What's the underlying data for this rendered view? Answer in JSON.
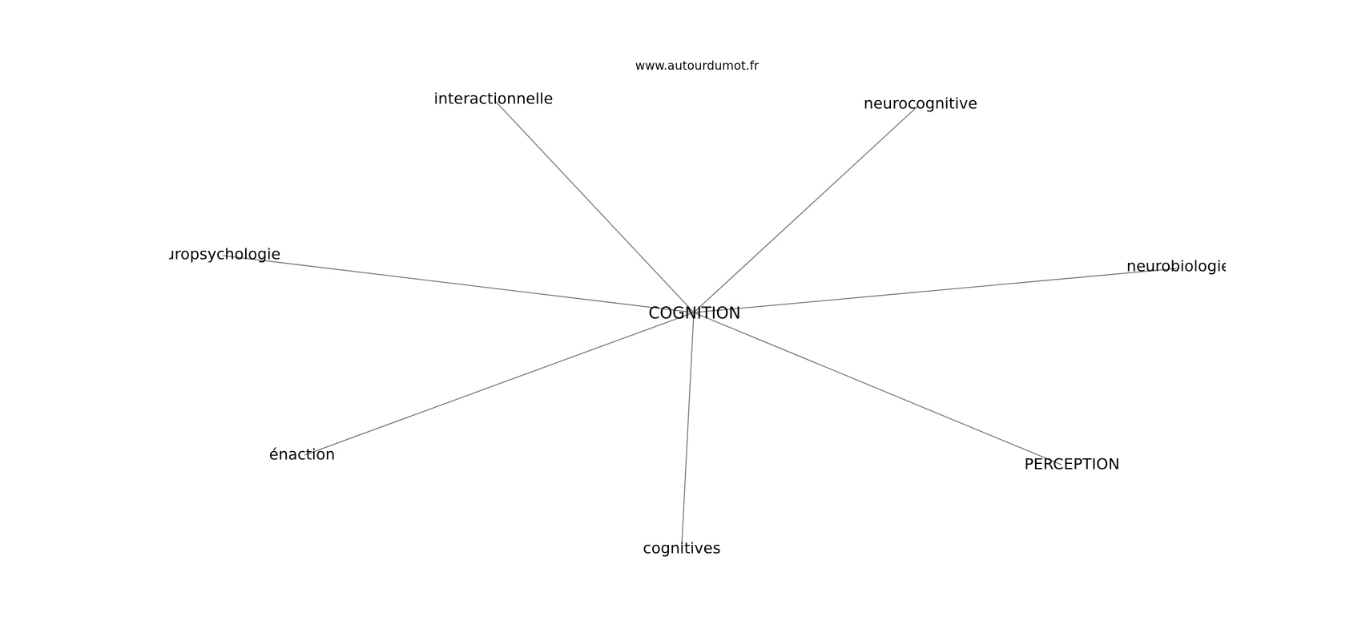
{
  "source": "www.autourdumot.fr",
  "center": {
    "label": "COGNITION"
  },
  "nodes": [
    {
      "id": "interactionnelle",
      "label": "interactionnelle"
    },
    {
      "id": "neurocognitive",
      "label": "neurocognitive"
    },
    {
      "id": "neuropsychologie",
      "label": "uropsychologie"
    },
    {
      "id": "neurobiologie",
      "label": "neurobiologie"
    },
    {
      "id": "enaction",
      "label": "énaction"
    },
    {
      "id": "perception",
      "label": "PERCEPTION"
    },
    {
      "id": "cognitives",
      "label": "cognitives"
    }
  ]
}
